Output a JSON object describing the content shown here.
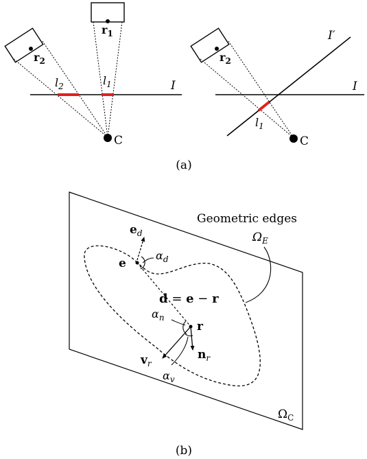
{
  "panel_a": {
    "caption": "(a)",
    "left": {
      "camera_r1": {
        "letter": "r",
        "sub": "1"
      },
      "camera_r2": {
        "letter": "r",
        "sub": "2"
      },
      "l2": {
        "letter": "l",
        "sub": "2"
      },
      "l1": {
        "letter": "l",
        "sub": "1"
      },
      "image_plane": "I",
      "center": "C"
    },
    "right": {
      "camera_r2": {
        "letter": "r",
        "sub": "2"
      },
      "plane_I_prime": "I′",
      "plane_I": "I",
      "l1": {
        "letter": "l",
        "sub": "1"
      },
      "center": "C"
    }
  },
  "panel_b": {
    "caption": "(b)",
    "geometric_edges_label": "Geometric edges",
    "omega_e": {
      "letter": "Ω",
      "sub": "E"
    },
    "omega_c": {
      "letter": "Ω",
      "sub": "C"
    },
    "e_d": {
      "letter": "e",
      "sub": "d"
    },
    "e": "e",
    "alpha_d": {
      "letter": "α",
      "sub": "d"
    },
    "d_eq": {
      "d": "d",
      "eq": " = ",
      "e": "e",
      "minus": " − ",
      "r": "r"
    },
    "alpha_n": {
      "letter": "α",
      "sub": "n"
    },
    "r": "r",
    "v_r": {
      "letter": "v",
      "sub": "r"
    },
    "n_r": {
      "letter": "n",
      "sub": "r"
    },
    "alpha_v": {
      "letter": "α",
      "sub": "v"
    }
  },
  "colors": {
    "ink": "#000000",
    "highlight": "#e0201b"
  }
}
